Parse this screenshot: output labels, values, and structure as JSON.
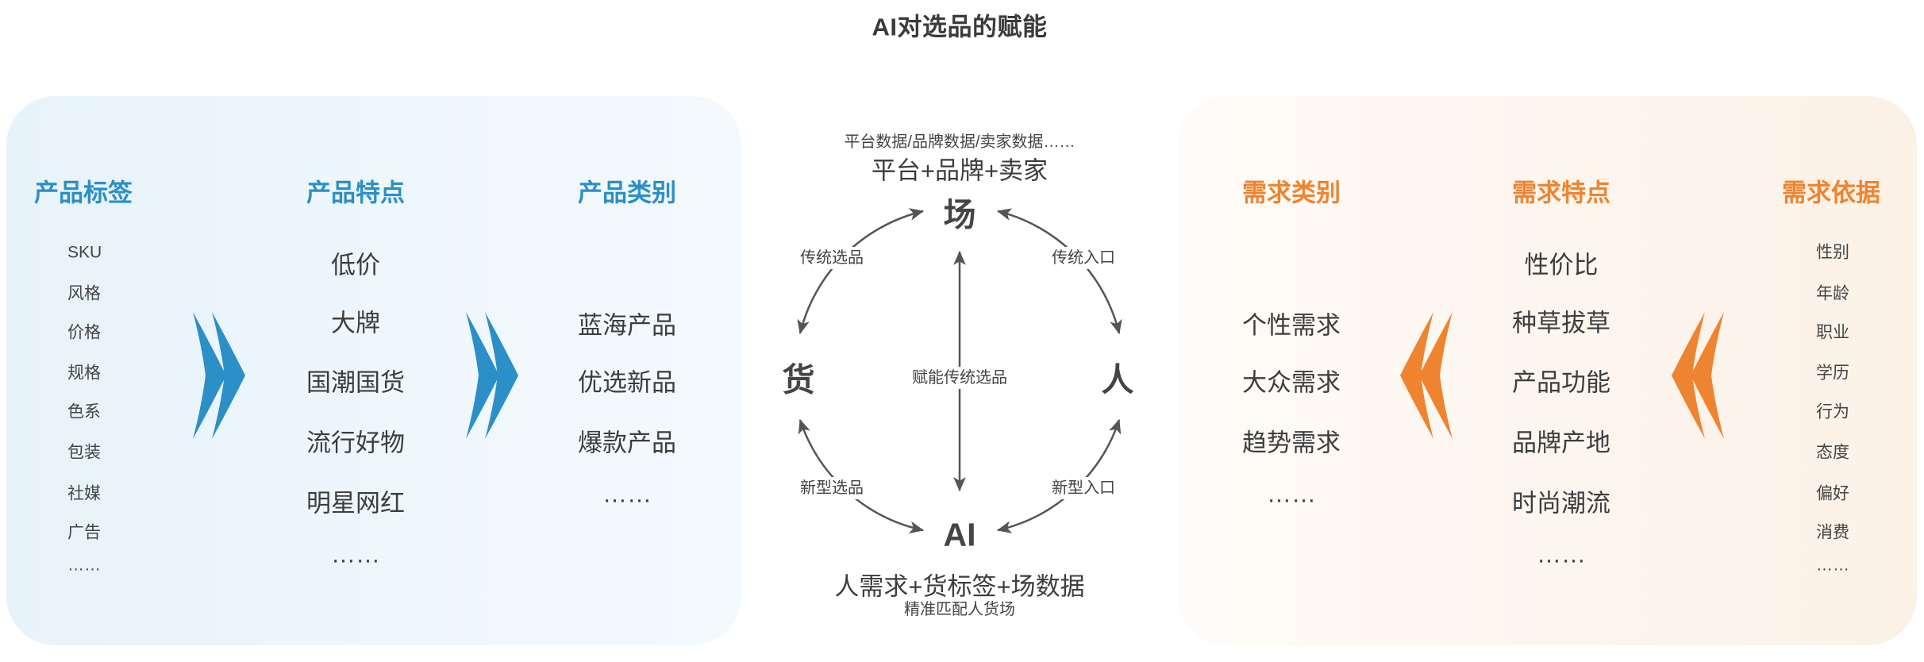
{
  "title": "AI对选品的赋能",
  "colors": {
    "product_accent": "#2b8fc8",
    "demand_accent": "#ef8430",
    "text": "#3a3a3a",
    "arrow": "#555555",
    "product_panel_bg": "#eaf5fb",
    "demand_panel_bg": "#fcf3ea"
  },
  "product_side": {
    "tags": {
      "header": "产品标签",
      "items": [
        "SKU",
        "风格",
        "价格",
        "规格",
        "色系",
        "包装",
        "社媒",
        "广告",
        "……"
      ]
    },
    "features": {
      "header": "产品特点",
      "items": [
        "低价",
        "大牌",
        "国潮国货",
        "流行好物",
        "明星网红",
        "……"
      ]
    },
    "categories": {
      "header": "产品类别",
      "items": [
        "蓝海产品",
        "优选新品",
        "爆款产品",
        "……"
      ]
    },
    "connector_icon": "double-chevron-right-icon"
  },
  "hub": {
    "scene_caption": "平台数据/品牌数据/卖家数据……",
    "scene_formula": "平台+品牌+卖家",
    "nodes": {
      "scene": "场",
      "goods": "货",
      "people": "人",
      "ai": "AI"
    },
    "arc_labels": {
      "top_left": "传统选品",
      "top_right": "传统入口",
      "bottom_left": "新型选品",
      "bottom_right": "新型入口"
    },
    "axis_label": "赋能传统选品",
    "ai_formula": "人需求+货标签+场数据",
    "ai_caption": "精准匹配人货场"
  },
  "demand_side": {
    "categories": {
      "header": "需求类别",
      "items": [
        "个性需求",
        "大众需求",
        "趋势需求",
        "……"
      ]
    },
    "features": {
      "header": "需求特点",
      "items": [
        "性价比",
        "种草拔草",
        "产品功能",
        "品牌产地",
        "时尚潮流",
        "……"
      ]
    },
    "basis": {
      "header": "需求依据",
      "items": [
        "性别",
        "年龄",
        "职业",
        "学历",
        "行为",
        "态度",
        "偏好",
        "消费",
        "……"
      ]
    },
    "connector_icon": "double-chevron-left-icon"
  }
}
